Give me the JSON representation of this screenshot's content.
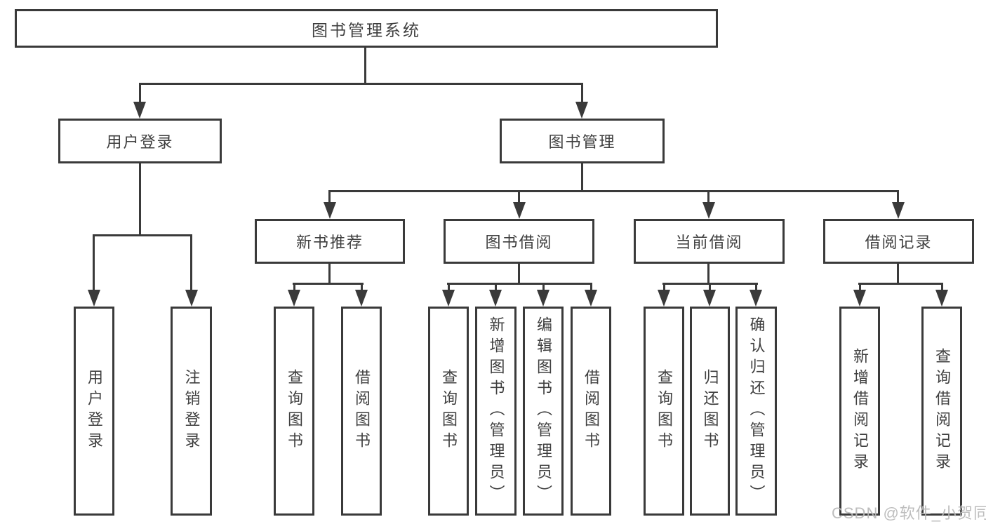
{
  "diagram": {
    "root": {
      "label": "图书管理系统"
    },
    "level2": [
      {
        "label": "用户登录"
      },
      {
        "label": "图书管理"
      }
    ],
    "level3": [
      {
        "label": "新书推荐"
      },
      {
        "label": "图书借阅"
      },
      {
        "label": "当前借阅"
      },
      {
        "label": "借阅记录"
      }
    ],
    "leaves": {
      "user_login": [
        {
          "label": "用户登录"
        },
        {
          "label": "注销登录"
        }
      ],
      "new_books": [
        {
          "label": "查询图书"
        },
        {
          "label": "借阅图书"
        }
      ],
      "book_borrow": [
        {
          "label": "查询图书"
        },
        {
          "label": "新增图书（管理员）"
        },
        {
          "label": "编辑图书（管理员）"
        },
        {
          "label": "借阅图书"
        }
      ],
      "current_borrow": [
        {
          "label": "查询图书"
        },
        {
          "label": "归还图书"
        },
        {
          "label": "确认归还（管理员）"
        }
      ],
      "borrow_records": [
        {
          "label": "新增借阅记录"
        },
        {
          "label": "查询借阅记录"
        }
      ]
    }
  },
  "watermark": {
    "text": "CSDN @软件_小贺同学"
  },
  "colors": {
    "line": "#3a3a3a",
    "text": "#3f3f3f",
    "background": "#ffffff",
    "watermark": "#b8b8b8"
  }
}
